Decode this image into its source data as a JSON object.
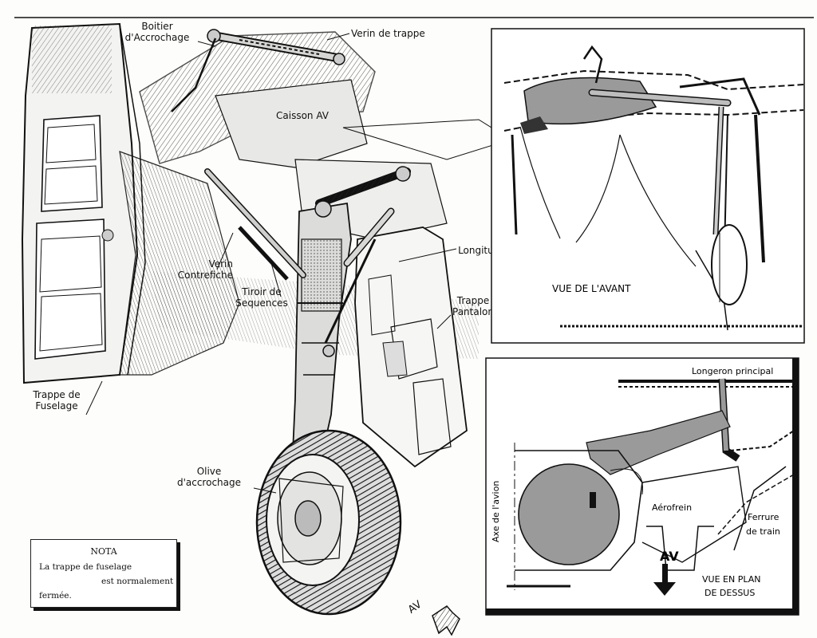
{
  "labels": {
    "boitier": [
      "Boitier",
      "d'Accrochage"
    ],
    "verin_trappe": "Verin de trappe",
    "caisson": "Caisson AV",
    "verin_long": [
      "Verin",
      "Longitudinal"
    ],
    "verin_contrefiche": [
      "Verin",
      "Contrefiche"
    ],
    "tiroir": [
      "Tiroir de",
      "Sequences"
    ],
    "trappe_pantalon": [
      "Trappe",
      "Pantalon"
    ],
    "trappe_fuselage": [
      "Trappe de",
      "Fuselage"
    ],
    "olive": [
      "Olive",
      "d'accrochage"
    ]
  },
  "nota": {
    "title": "NOTA",
    "line1": "La trappe de fuselage",
    "line2": "est normalement",
    "line3": "fermée."
  },
  "av_main": "AV",
  "inset_front": {
    "title": "VUE DE L'AVANT"
  },
  "inset_plan": {
    "longeron": "Longeron principal",
    "axe": "Axe de l'avion",
    "aerofrein": "Aérofrein",
    "ferrure": [
      "Ferrure",
      "de train"
    ],
    "av": "AV",
    "title": [
      "VUE EN PLAN",
      "DE DESSUS"
    ]
  },
  "colors": {
    "ink": "#111111",
    "shade": "#9a9a9a",
    "paper": "#fdfdfb"
  }
}
